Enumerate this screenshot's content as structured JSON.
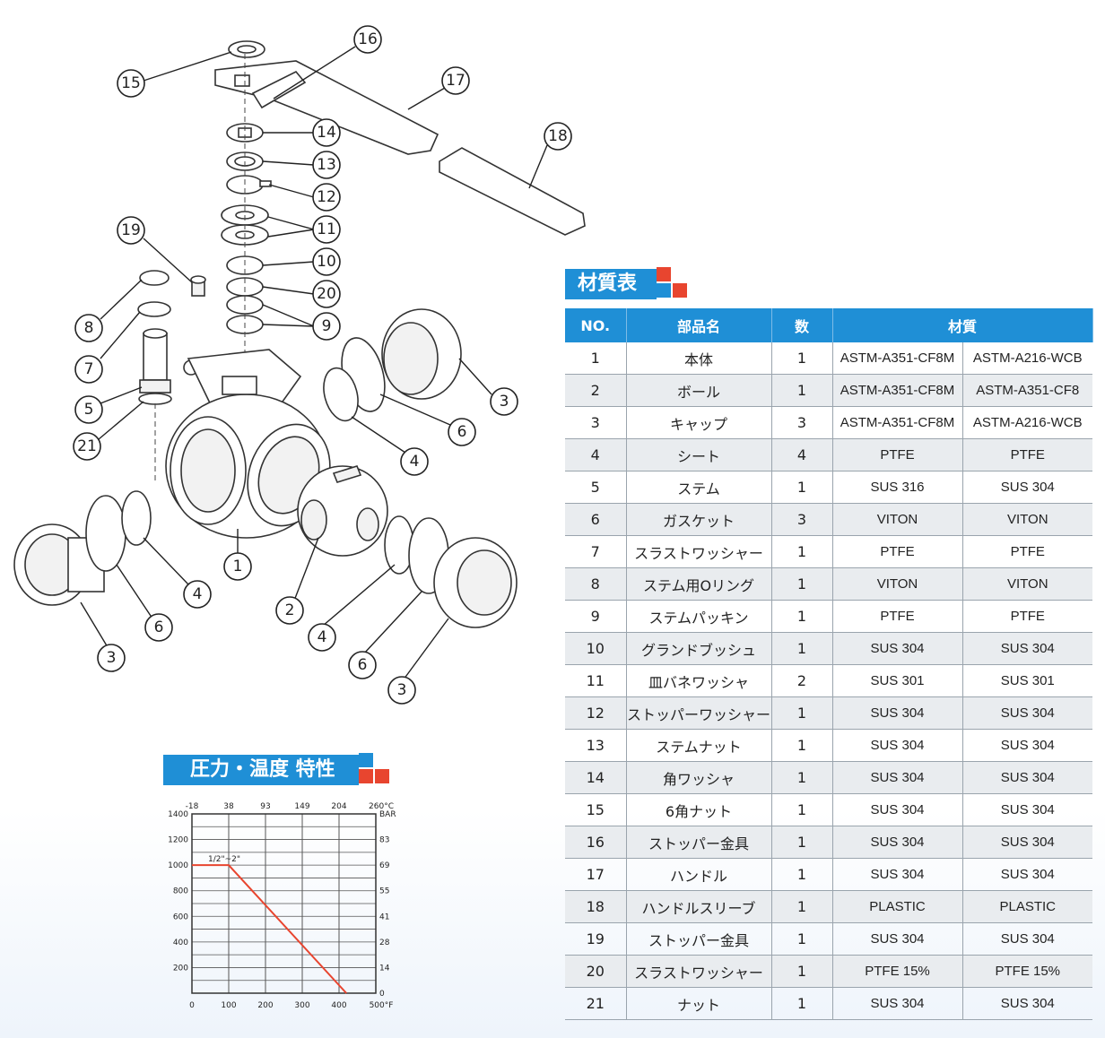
{
  "diagram": {
    "callouts": [
      "1",
      "2",
      "3",
      "4",
      "5",
      "6",
      "7",
      "8",
      "9",
      "10",
      "11",
      "12",
      "13",
      "14",
      "15",
      "16",
      "17",
      "18",
      "19",
      "20",
      "21",
      "3",
      "3",
      "4",
      "4",
      "6",
      "6"
    ]
  },
  "materials_section": {
    "title": "材質表"
  },
  "materials_table": {
    "headers": [
      "NO.",
      "部品名",
      "数",
      "材質"
    ],
    "rows": [
      {
        "no": "1",
        "name": "本体",
        "qty": "1",
        "m1": "ASTM-A351-CF8M",
        "m2": "ASTM-A216-WCB"
      },
      {
        "no": "2",
        "name": "ボール",
        "qty": "1",
        "m1": "ASTM-A351-CF8M",
        "m2": "ASTM-A351-CF8"
      },
      {
        "no": "3",
        "name": "キャップ",
        "qty": "3",
        "m1": "ASTM-A351-CF8M",
        "m2": "ASTM-A216-WCB"
      },
      {
        "no": "4",
        "name": "シート",
        "qty": "4",
        "m1": "PTFE",
        "m2": "PTFE"
      },
      {
        "no": "5",
        "name": "ステム",
        "qty": "1",
        "m1": "SUS 316",
        "m2": "SUS 304"
      },
      {
        "no": "6",
        "name": "ガスケット",
        "qty": "3",
        "m1": "VITON",
        "m2": "VITON"
      },
      {
        "no": "7",
        "name": "スラストワッシャー",
        "qty": "1",
        "m1": "PTFE",
        "m2": "PTFE"
      },
      {
        "no": "8",
        "name": "ステム用Oリング",
        "qty": "1",
        "m1": "VITON",
        "m2": "VITON"
      },
      {
        "no": "9",
        "name": "ステムパッキン",
        "qty": "1",
        "m1": "PTFE",
        "m2": "PTFE"
      },
      {
        "no": "10",
        "name": "グランドブッシュ",
        "qty": "1",
        "m1": "SUS 304",
        "m2": "SUS 304"
      },
      {
        "no": "11",
        "name": "皿バネワッシャ",
        "qty": "2",
        "m1": "SUS 301",
        "m2": "SUS 301"
      },
      {
        "no": "12",
        "name": "ストッパーワッシャー",
        "qty": "1",
        "m1": "SUS 304",
        "m2": "SUS 304"
      },
      {
        "no": "13",
        "name": "ステムナット",
        "qty": "1",
        "m1": "SUS 304",
        "m2": "SUS 304"
      },
      {
        "no": "14",
        "name": "角ワッシャ",
        "qty": "1",
        "m1": "SUS 304",
        "m2": "SUS 304"
      },
      {
        "no": "15",
        "name": "6角ナット",
        "qty": "1",
        "m1": "SUS 304",
        "m2": "SUS 304"
      },
      {
        "no": "16",
        "name": "ストッパー金具",
        "qty": "1",
        "m1": "SUS 304",
        "m2": "SUS 304"
      },
      {
        "no": "17",
        "name": "ハンドル",
        "qty": "1",
        "m1": "SUS 304",
        "m2": "SUS 304"
      },
      {
        "no": "18",
        "name": "ハンドルスリーブ",
        "qty": "1",
        "m1": "PLASTIC",
        "m2": "PLASTIC"
      },
      {
        "no": "19",
        "name": "ストッパー金具",
        "qty": "1",
        "m1": "SUS 304",
        "m2": "SUS 304"
      },
      {
        "no": "20",
        "name": "スラストワッシャー",
        "qty": "1",
        "m1": "PTFE 15%",
        "m2": "PTFE  15%"
      },
      {
        "no": "21",
        "name": "ナット",
        "qty": "1",
        "m1": "SUS 304",
        "m2": "SUS 304"
      }
    ]
  },
  "pt_section": {
    "title": "圧力・温度 特性"
  },
  "chart_data": {
    "type": "line",
    "series": [
      {
        "name": "1/2\"~2\"",
        "x": [
          0,
          100,
          420
        ],
        "y": [
          1000,
          1000,
          0
        ]
      }
    ],
    "xlim": [
      0,
      500
    ],
    "ylim": [
      0,
      1400
    ],
    "x_ticks": [
      "0",
      "100",
      "200",
      "300",
      "400",
      "500°F"
    ],
    "x_top_ticks": [
      "-18",
      "38",
      "93",
      "149",
      "204",
      "260°C"
    ],
    "y_left_ticks": [
      "1400",
      "1200",
      "1000",
      "800",
      "600",
      "400",
      "200"
    ],
    "y_right_ticks": [
      "BAR",
      "83",
      "69",
      "55",
      "41",
      "28",
      "14",
      "0"
    ],
    "line_color": "#e8452f",
    "grid": true
  },
  "colors": {
    "accent_blue": "#1f8fd6",
    "accent_red": "#e8452f"
  }
}
